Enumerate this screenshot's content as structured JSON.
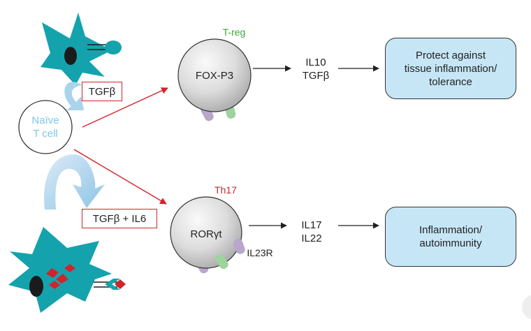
{
  "naive_cell": {
    "line1": "Naïve",
    "line2": "T cell"
  },
  "signals": {
    "treg_signal": "TGFβ",
    "th17_signal": "TGFβ + IL6"
  },
  "treg": {
    "name": "T-reg",
    "factor": "FOX-P3",
    "cytokines": [
      "IL10",
      "TGFβ"
    ],
    "outcome": "Protect against\ntissue inflammation/\ntolerance"
  },
  "th17": {
    "name": "Th17",
    "factor": "RORγt",
    "receptor": "IL23R",
    "cytokines": [
      "IL17",
      "IL22"
    ],
    "outcome": "Inflammation/\nautoimmunity"
  },
  "colors": {
    "dendritic_cell": "#14a3ad",
    "nucleus": "#1b1b1b",
    "treg_label": "#3aa73a",
    "th17_label": "#c62828",
    "red_arrow": "#d2232a",
    "curved_arrow": "#a9d4ec",
    "outcome_box": "#c6e6f6",
    "naive_text": "#7fc7e6"
  }
}
